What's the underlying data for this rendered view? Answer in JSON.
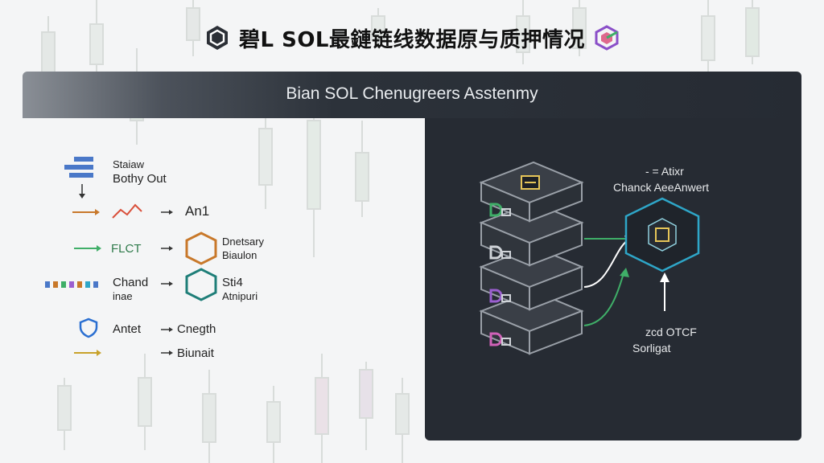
{
  "title": "碧L SOL最鏈链线数据原与质押情况",
  "banner": "Bian SOL Chenugreers Asstenmy",
  "left": {
    "row1_line1": "Staiaw",
    "row1_line2": "Bothy Out",
    "row2_label": "An1",
    "row3_left": "FLCT",
    "row3_right_line1": "Dnetsary",
    "row3_right_line2": "Biaulon",
    "row4_left_line1": "Chand",
    "row4_left_line2": "inae",
    "row4_right_line1": "Sti4",
    "row4_right_line2": "Atnipuri",
    "row5_left": "Antet",
    "row5_right": "Cnegth",
    "row6_right": "Biunait"
  },
  "right": {
    "top_line1": "- = Atixr",
    "top_line2": "Chanck  AeeAnwert",
    "bottom_line1": "zcd  OTCF",
    "bottom_line2": "Sorligat"
  },
  "colors": {
    "dark_panel": "#262b33",
    "orange": "#c8782a",
    "green": "#3fae68",
    "teal": "#1e7e78",
    "blue": "#2a6fd1",
    "purple": "#9b5fd0",
    "cyan": "#2ea6c8"
  },
  "icons": [
    "hex-logo-icon",
    "cube-logo-icon",
    "chip-icon",
    "shield-icon",
    "hexagon-icon",
    "chart-icon"
  ]
}
